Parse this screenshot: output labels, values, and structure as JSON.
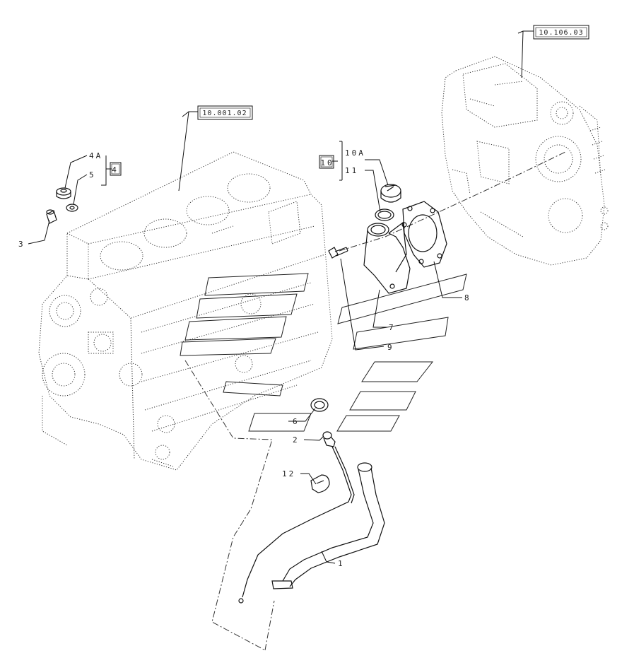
{
  "figure": {
    "references": {
      "engine_block": "10.001.02",
      "gear_housing": "10.106.03",
      "kit_4": "4",
      "kit_10": "10"
    },
    "callouts": {
      "p1": "1",
      "p2": "2",
      "p3": "3",
      "p4a": "4A",
      "p5": "5",
      "p6": "6",
      "p7": "7",
      "p8": "8",
      "p9": "9",
      "p10a": "10A",
      "p11": "11",
      "p12": "12"
    }
  }
}
